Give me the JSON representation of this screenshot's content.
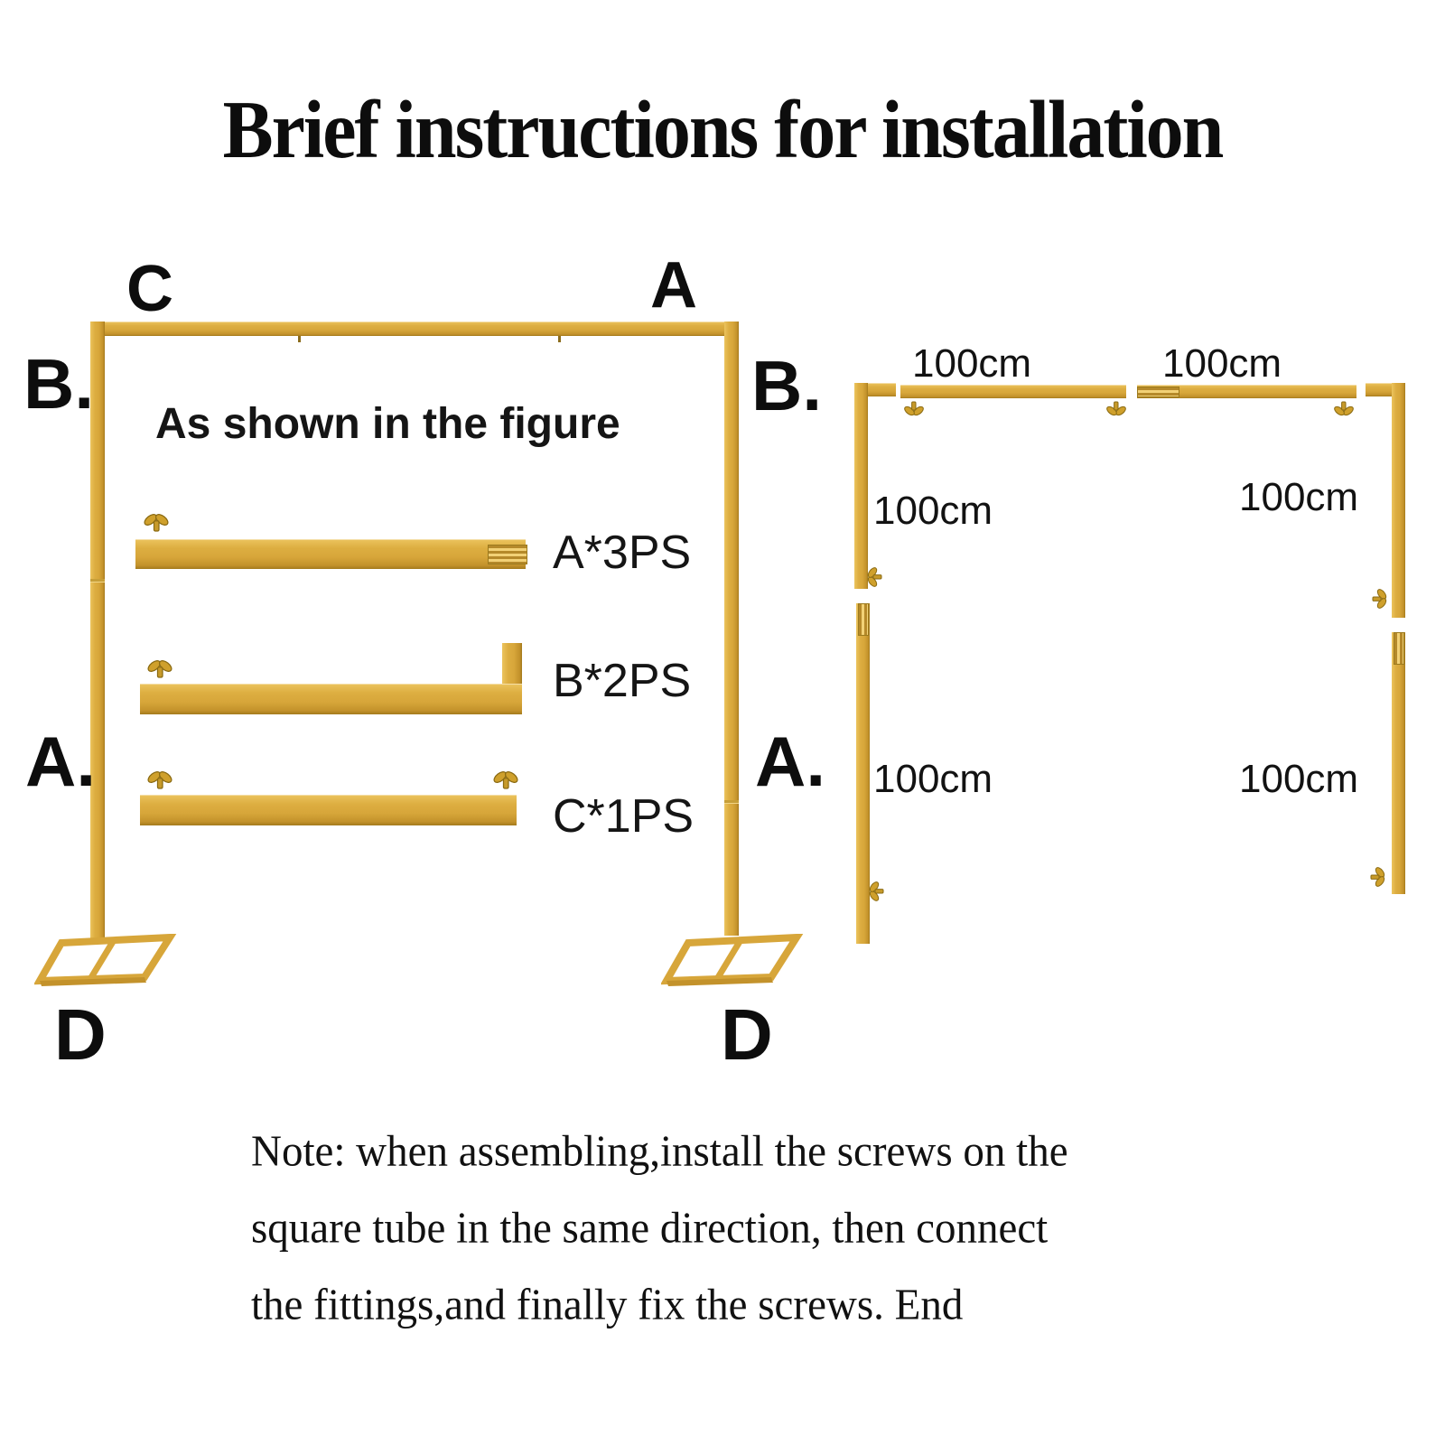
{
  "title": "Brief instructions for installation",
  "colors": {
    "gold": "#d7a63a",
    "gold-light": "#eec45e",
    "gold-dark": "#a37a1c",
    "gold-deep": "#8a6a12",
    "ink": "#141414"
  },
  "assembled": {
    "caption": "As shown in the figure",
    "corner_top_left": "C",
    "corner_top_right": "A",
    "side_left_upper": "B.",
    "side_left_lower": "A.",
    "base_left_label": "D",
    "base_right_label": "D",
    "parts": [
      {
        "label": "A*3PS"
      },
      {
        "label": "B*2PS"
      },
      {
        "label": "C*1PS"
      }
    ]
  },
  "exploded": {
    "side_upper": "B.",
    "side_lower": "A.",
    "measurements": {
      "top_left": "100cm",
      "top_right": "100cm",
      "mid_left": "100cm",
      "mid_right": "100cm",
      "bottom_left": "100cm",
      "bottom_right": "100cm"
    }
  },
  "note": {
    "line1": "Note: when assembling,install the screws on the",
    "line2": "square tube in the same direction, then connect",
    "line3": "the fittings,and finally fix the screws. End"
  }
}
